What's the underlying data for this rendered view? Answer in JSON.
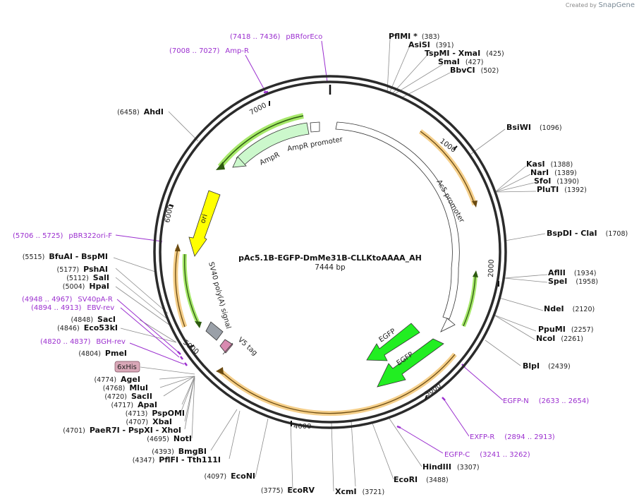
{
  "branding": {
    "created_by": "Created by",
    "app": "SnapGene"
  },
  "plasmid": {
    "name": "pAc5.1B-EGFP-DmMe31B-CLLKtoAAAA_AH",
    "length_label": "7444 bp",
    "length": 7444
  },
  "tick_labels": [
    "1000",
    "2000",
    "3000",
    "4000",
    "5000",
    "6000",
    "7000"
  ],
  "features": {
    "ampr_promoter": "AmpR promoter",
    "ampr": "AmpR",
    "ori": "ori",
    "sv40": "SV40 poly(A) signal",
    "v5": "V5 tag",
    "ac5": "Ac5 promoter",
    "egfp_1": "EGFP",
    "egfp_2": "EGFP",
    "sixhis": "6xHis"
  },
  "primers": [
    {
      "name": "pBRforEco",
      "range": "(7418 .. 7436)"
    },
    {
      "name": "Amp-R",
      "range": "(7008 .. 7027)"
    },
    {
      "name": "pBR322ori-F",
      "range": "(5706 .. 5725)"
    },
    {
      "name": "SV40pA-R",
      "range": "(4948 .. 4967)"
    },
    {
      "name": "EBV-rev",
      "range": "(4894 .. 4913)"
    },
    {
      "name": "BGH-rev",
      "range": "(4820 .. 4837)"
    },
    {
      "name": "EGFP-N",
      "range": "(2633 .. 2654)"
    },
    {
      "name": "EXFP-R",
      "range": "(2894 .. 2913)"
    },
    {
      "name": "EGFP-C",
      "range": "(3241 .. 3262)"
    }
  ],
  "sites_right": [
    {
      "name": "PflMI *",
      "pos": "(383)"
    },
    {
      "name": "AsiSI",
      "pos": "(391)"
    },
    {
      "name": "TspMI  - XmaI",
      "pos": "(425)"
    },
    {
      "name": "SmaI",
      "pos": "(427)"
    },
    {
      "name": "BbvCI",
      "pos": "(502)"
    },
    {
      "name": "BsiWI",
      "pos": "(1096)"
    },
    {
      "name": "KasI",
      "pos": "(1388)"
    },
    {
      "name": "NarI",
      "pos": "(1389)"
    },
    {
      "name": "SfoI",
      "pos": "(1390)"
    },
    {
      "name": "PluTI",
      "pos": "(1392)"
    },
    {
      "name": "BspDI  - ClaI",
      "pos": "(1708)"
    },
    {
      "name": "AflII",
      "pos": "(1934)"
    },
    {
      "name": "SpeI",
      "pos": "(1958)"
    },
    {
      "name": "NdeI",
      "pos": "(2120)"
    },
    {
      "name": "PpuMI",
      "pos": "(2257)"
    },
    {
      "name": "NcoI",
      "pos": "(2261)"
    },
    {
      "name": "BlpI",
      "pos": "(2439)"
    },
    {
      "name": "HindIII",
      "pos": "(3307)"
    },
    {
      "name": "EcoRI",
      "pos": "(3488)"
    },
    {
      "name": "XcmI",
      "pos": "(3721)"
    }
  ],
  "sites_left": [
    {
      "name": "AhdI",
      "pos": "(6458)"
    },
    {
      "name": "BfuAI  - BspMI",
      "pos": "(5515)"
    },
    {
      "name": "PshAI",
      "pos": "(5177)"
    },
    {
      "name": "SalI",
      "pos": "(5112)"
    },
    {
      "name": "HpaI",
      "pos": "(5004)"
    },
    {
      "name": "SacI",
      "pos": "(4848)"
    },
    {
      "name": "Eco53kI",
      "pos": "(4846)"
    },
    {
      "name": "PmeI",
      "pos": "(4804)"
    },
    {
      "name": "AgeI",
      "pos": "(4774)"
    },
    {
      "name": "MluI",
      "pos": "(4768)"
    },
    {
      "name": "SacII",
      "pos": "(4720)"
    },
    {
      "name": "ApaI",
      "pos": "(4717)"
    },
    {
      "name": "PspOMI",
      "pos": "(4713)"
    },
    {
      "name": "XbaI",
      "pos": "(4707)"
    },
    {
      "name": "PaeR7I  - PspXI  - XhoI",
      "pos": "(4701)"
    },
    {
      "name": "NotI",
      "pos": "(4695)"
    },
    {
      "name": "BmgBI",
      "pos": "(4393)"
    },
    {
      "name": "PflFI  - Tth111I",
      "pos": "(4347)"
    },
    {
      "name": "EcoNI",
      "pos": "(4097)"
    },
    {
      "name": "EcoRV",
      "pos": "(3775)"
    }
  ],
  "colors": {
    "backbone": "#2b2b2b",
    "primer": "#9b2fcf",
    "egfp": "#22ee22",
    "ampr": "#ccf8cc",
    "ori": "#ffff00",
    "orf_highlight": "#f5cf8a",
    "orf_green": "#a6e86a",
    "sv40": "#9aa0a8",
    "v5": "#d88ab0",
    "sixhis_bg": "#d9a8b8"
  }
}
